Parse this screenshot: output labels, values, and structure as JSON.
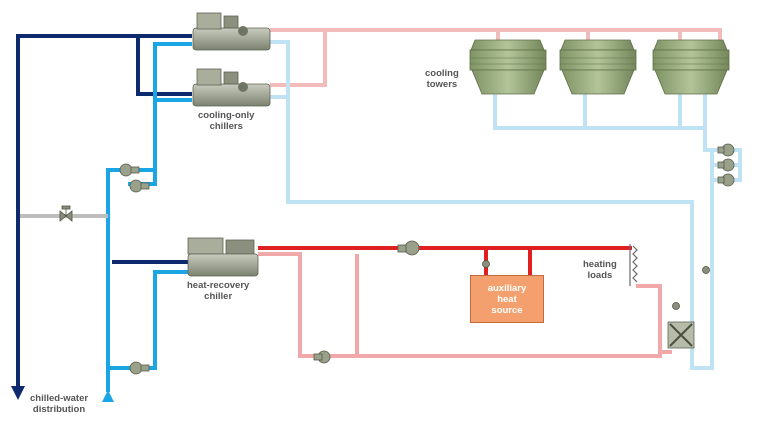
{
  "labels": {
    "cooling_towers": [
      "cooling",
      "towers"
    ],
    "cooling_only_chillers": [
      "cooling-only",
      "chillers"
    ],
    "heat_recovery_chiller": [
      "heat-recovery",
      "chiller"
    ],
    "heating_loads": [
      "heating",
      "loads"
    ],
    "auxiliary_heat_source": [
      "auxiliary",
      "heat",
      "source"
    ],
    "chilled_water_distribution": [
      "chilled-water",
      "distribution"
    ]
  },
  "colors": {
    "chilled_supply": "#0d2a6e",
    "chilled_return": "#1aa6e4",
    "condenser_supply": "#f2b8b8",
    "condenser_return": "#bfe3f5",
    "hot_water_supply": "#e02020",
    "hot_water_return": "#f0a8a8",
    "equipment": "#8f9b78",
    "bypass": "#bdbdbd",
    "aux_box": "#f4a06e"
  }
}
